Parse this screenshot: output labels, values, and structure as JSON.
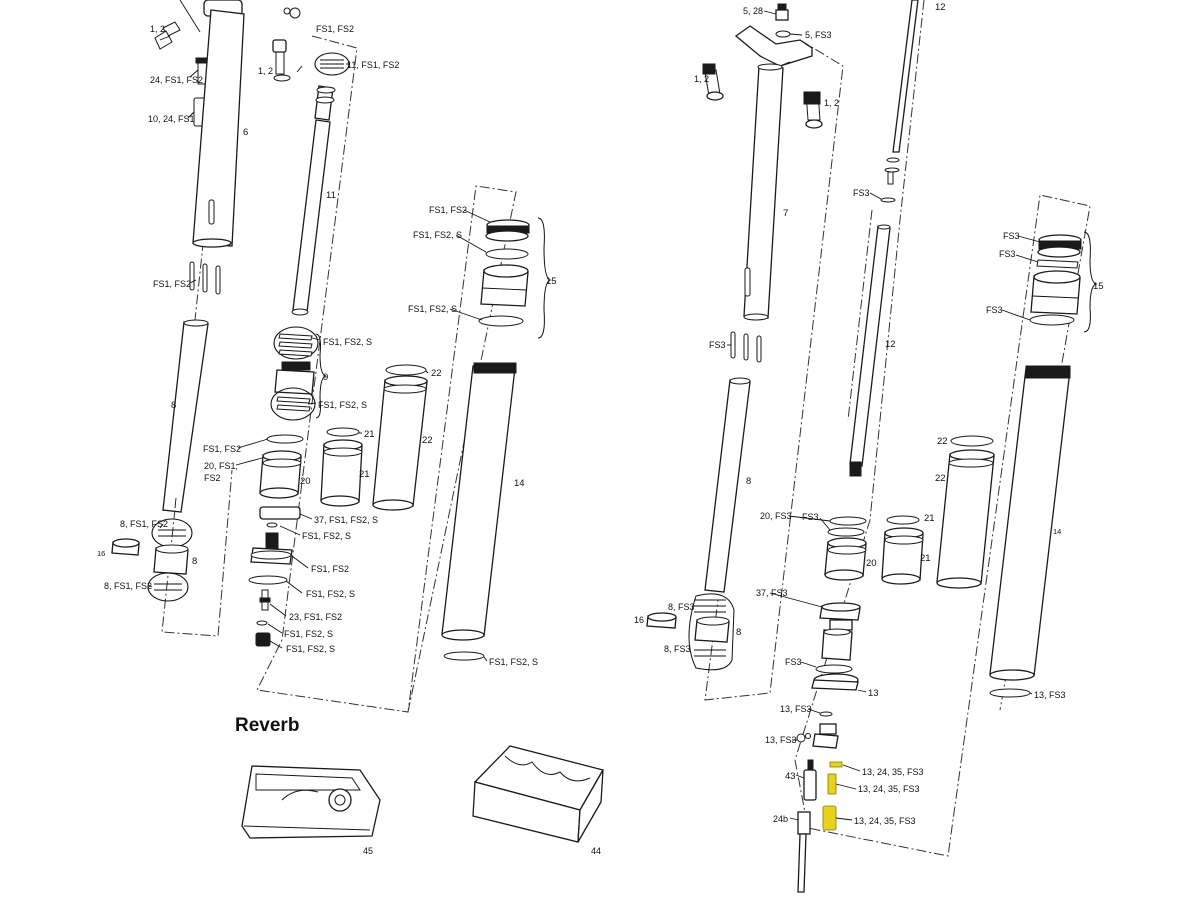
{
  "title": "Reverb",
  "colors": {
    "line": "#1a1a1a",
    "highlight": "#e8d21a",
    "background": "#ffffff"
  },
  "labels": {
    "a1": "1, 2",
    "a2": "FS1, FS2",
    "a3": "24, FS1, FS2",
    "a4": "10, 24, FS1",
    "a5": "6",
    "a6": "1, 2",
    "a7": "11, FS1, FS2",
    "a8": "11",
    "a9": "FS1, FS2",
    "a10": "8",
    "a11": "FS1, FS2, S",
    "a12": "9",
    "a13": "FS1, FS2, S",
    "a14": "FS1, FS2",
    "a15": "20, FS1,",
    "a15b": "FS2",
    "a16": "20",
    "a17": "21",
    "a18": "21",
    "a19": "22",
    "a20": "22",
    "a21": "FS1, FS2",
    "a22": "FS1, FS2, S",
    "a23": "15",
    "a24": "FS1, FS2, S",
    "a25": "14",
    "a26": "8, FS1, FS2",
    "a27": "16",
    "a28": "8",
    "a29": "8, FS1, FS2",
    "a30": "37, FS1, FS2, S",
    "a31": "FS1, FS2, S",
    "a32": "FS1, FS2",
    "a33": "FS1, FS2, S",
    "a34": "23, FS1, FS2",
    "a35": "FS1, FS2, S",
    "a36": "FS1, FS2, S",
    "a37": "FS1, FS2, S",
    "a38": "45",
    "a39": "44",
    "b1": "5, 28",
    "b2": "5, FS3",
    "b3": "1, 2",
    "b4": "1, 2",
    "b5": "12",
    "b6": "FS3",
    "b7": "7",
    "b8": "FS3",
    "b9": "12",
    "b10": "FS3",
    "b11": "FS3",
    "b12": "FS3",
    "b13": "15",
    "b14": "22",
    "b15": "22",
    "b16": "14",
    "b17": "8",
    "b18": "20, FS3",
    "b19": "FS3",
    "b20": "21",
    "b21": "21",
    "b22": "20",
    "b23": "8, FS3",
    "b24": "16",
    "b25": "8",
    "b26": "8, FS3",
    "b27": "37, FS3",
    "b28": "FS3",
    "b29": "13",
    "b30": "13, FS3",
    "b31": "13, FS3",
    "b32": "13, 24, 35, FS3",
    "b33": "43",
    "b34": "13, 24, 35, FS3",
    "b35": "24b",
    "b36": "13, 24, 35, FS3",
    "b37": "13, FS3"
  }
}
